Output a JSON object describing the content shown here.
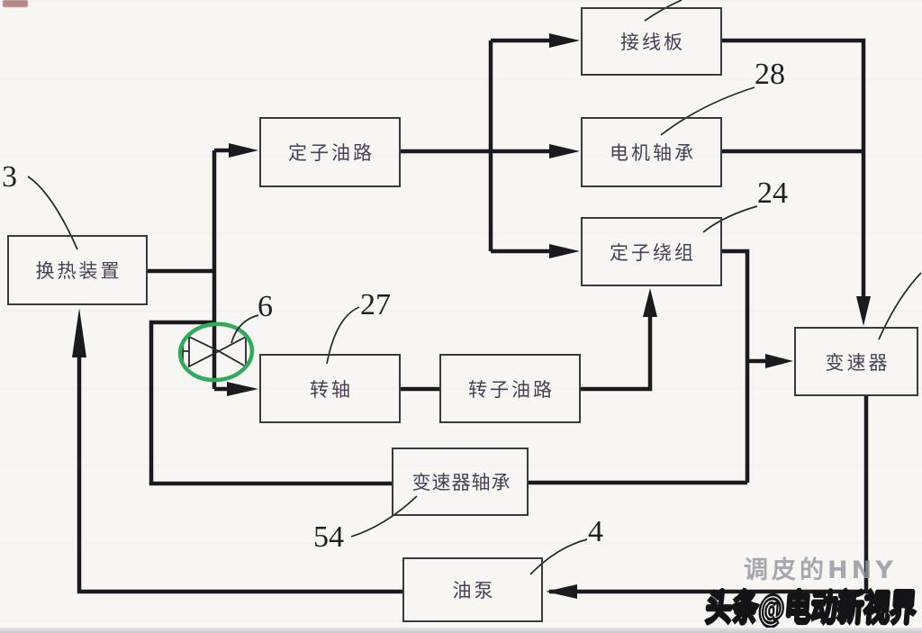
{
  "figure": {
    "boxes": {
      "heat_exchanger": {
        "label": "换热装置",
        "ref": "3"
      },
      "stator_oil_circuit": {
        "label": "定子油路"
      },
      "terminal_board": {
        "label": "接线板"
      },
      "motor_bearing": {
        "label": "电机轴承",
        "ref": "28"
      },
      "stator_winding": {
        "label": "定子绕组",
        "ref": "24"
      },
      "rotating_shaft": {
        "label": "转轴",
        "ref": "27"
      },
      "rotor_oil_circuit": {
        "label": "转子油路"
      },
      "transmission": {
        "label": "变速器"
      },
      "transmission_bearing": {
        "label": "变速器轴承",
        "ref": "54"
      },
      "oil_pump": {
        "label": "油泵",
        "ref": "4"
      }
    },
    "valve": {
      "ref": "6",
      "symbol": "two-way-valve",
      "highlight": "green-ellipse"
    },
    "flows": [
      {
        "from": "换热装置",
        "to": "定子油路"
      },
      {
        "from": "换热装置",
        "to": "转轴",
        "via": "阀 6"
      },
      {
        "from": "换热装置",
        "to": "变速器轴承"
      },
      {
        "from": "定子油路",
        "to": "接线板"
      },
      {
        "from": "定子油路",
        "to": "电机轴承"
      },
      {
        "from": "定子油路",
        "to": "定子绕组"
      },
      {
        "from": "转轴",
        "to": "转子油路"
      },
      {
        "from": "转子油路",
        "to": "定子绕组"
      },
      {
        "from": "接线板",
        "to": "变速器"
      },
      {
        "from": "电机轴承",
        "to": "变速器"
      },
      {
        "from": "定子绕组",
        "to": "变速器"
      },
      {
        "from": "变速器轴承",
        "to": "变速器"
      },
      {
        "from": "变速器",
        "to": "油泵"
      },
      {
        "from": "油泵",
        "to": "换热装置"
      }
    ]
  },
  "watermark": {
    "primary": "头条@电动新视界",
    "secondary": "调皮的HNY"
  },
  "colors": {
    "background": "#f7f6f2",
    "flow_line": "#1b1b1f",
    "box_border": "#3a3a3e",
    "box_text": "#4a3d55",
    "valve_circle_green": "#2fab5d"
  }
}
